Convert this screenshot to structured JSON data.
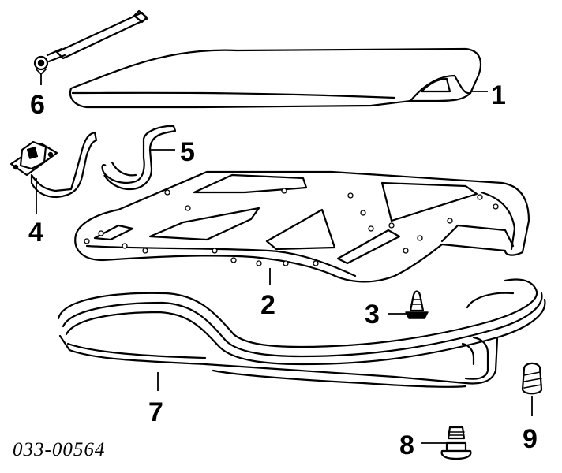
{
  "callouts": {
    "c1": "1",
    "c2": "2",
    "c3": "3",
    "c4": "4",
    "c5": "5",
    "c6": "6",
    "c7": "7",
    "c8": "8",
    "c9": "9"
  },
  "document_number": "033-00564"
}
